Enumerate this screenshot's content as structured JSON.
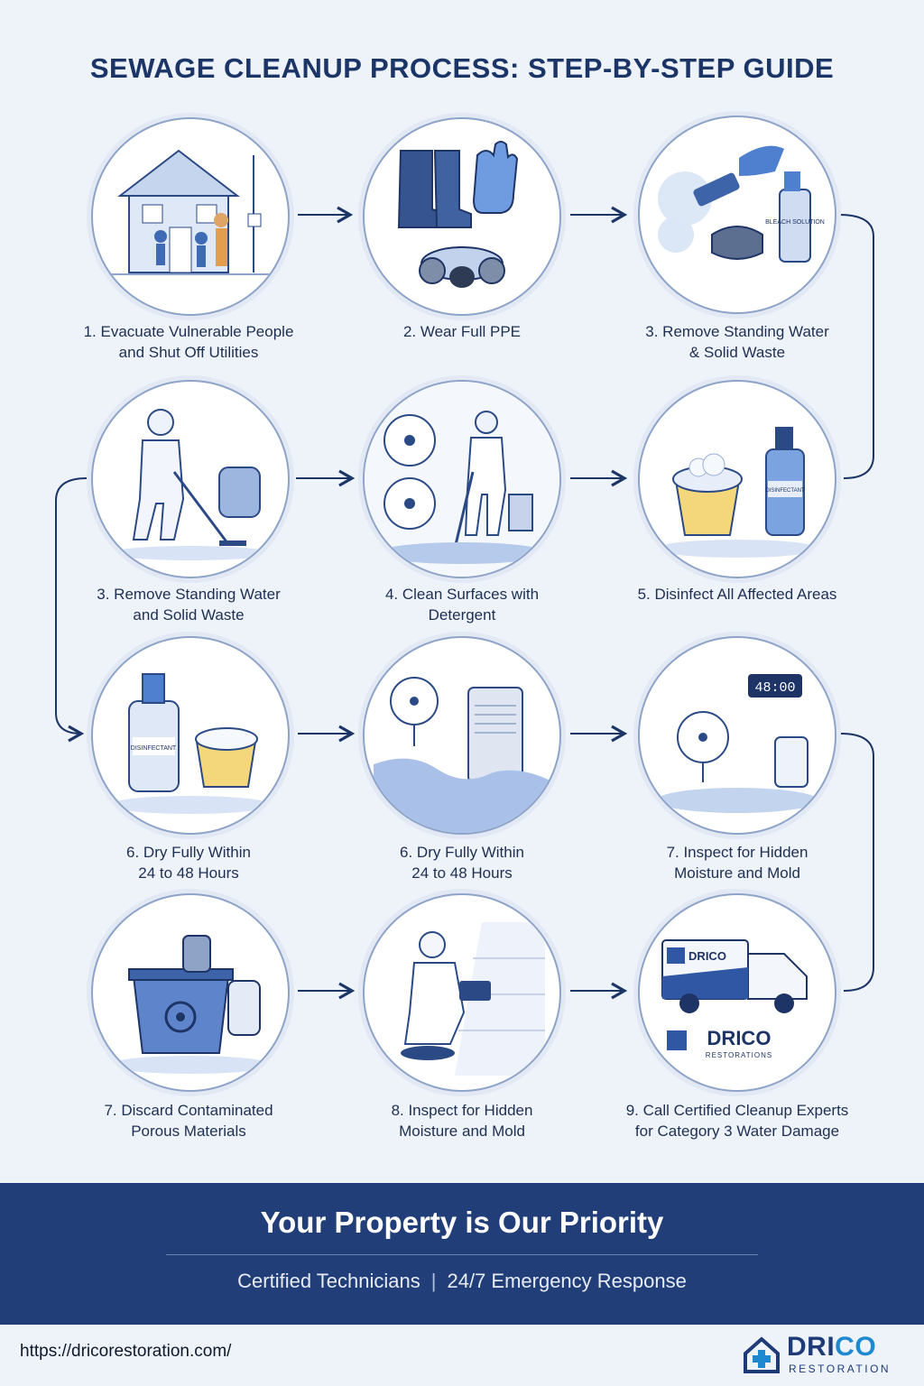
{
  "title": "SEWAGE CLEANUP PROCESS: STEP-BY-STEP GUIDE",
  "steps": [
    {
      "caption_line1": "1. Evacuate Vulnerable People",
      "caption_line2": "and Shut Off Utilities",
      "icon": "house-family-icon"
    },
    {
      "caption_line1": "2. Wear Full PPE",
      "caption_line2": "",
      "icon": "ppe-icon"
    },
    {
      "caption_line1": "3. Remove Standing Water",
      "caption_line2": "& Solid Waste",
      "icon": "scrub-brush-spray-icon"
    },
    {
      "caption_line1": "3. Remove Standing Water",
      "caption_line2": "and Solid Waste",
      "icon": "wet-vacuum-icon"
    },
    {
      "caption_line1": "4. Clean Surfaces with",
      "caption_line2": "Detergent",
      "icon": "cleaning-worker-icon"
    },
    {
      "caption_line1": "5. Disinfect All Affected Areas",
      "caption_line2": "",
      "icon": "disinfectant-bucket-icon"
    },
    {
      "caption_line1": "6. Dry Fully Within",
      "caption_line2": "24 to 48 Hours",
      "icon": "disinfectant-bottle-icon"
    },
    {
      "caption_line1": "6. Dry Fully Within",
      "caption_line2": "24 to 48 Hours",
      "icon": "dehumidifier-fan-icon"
    },
    {
      "caption_line1": "7. Inspect for Hidden",
      "caption_line2": "Moisture and Mold",
      "icon": "fan-timer-icon"
    },
    {
      "caption_line1": "7. Discard Contaminated",
      "caption_line2": "Porous Materials",
      "icon": "biohazard-bin-icon"
    },
    {
      "caption_line1": "8. Inspect for Hidden",
      "caption_line2": "Moisture and Mold",
      "icon": "moisture-inspection-icon"
    },
    {
      "caption_line1": "9. Call Certified Cleanup Experts",
      "caption_line2": "for Category 3 Water Damage",
      "icon": "service-van-icon"
    }
  ],
  "illustration_labels": {
    "bleach_label": "BLEACH SOLUTION",
    "disinfectant_label": "DISINFECTANT",
    "timer": "48:00",
    "van_brand": "DRICO",
    "van_sub": "RESTORATIONS"
  },
  "footer": {
    "title": "Your Property is Our Priority",
    "left": "Certified Technicians",
    "separator": "|",
    "right": "24/7 Emergency Response"
  },
  "url": "https://dricorestoration.com/",
  "logo": {
    "main": "DRI",
    "accent": "CO",
    "sub": "RESTORATION"
  },
  "colors": {
    "navy": "#213e78",
    "accent": "#1e88d0",
    "background": "#eef3fa",
    "line": "#1c3567"
  }
}
